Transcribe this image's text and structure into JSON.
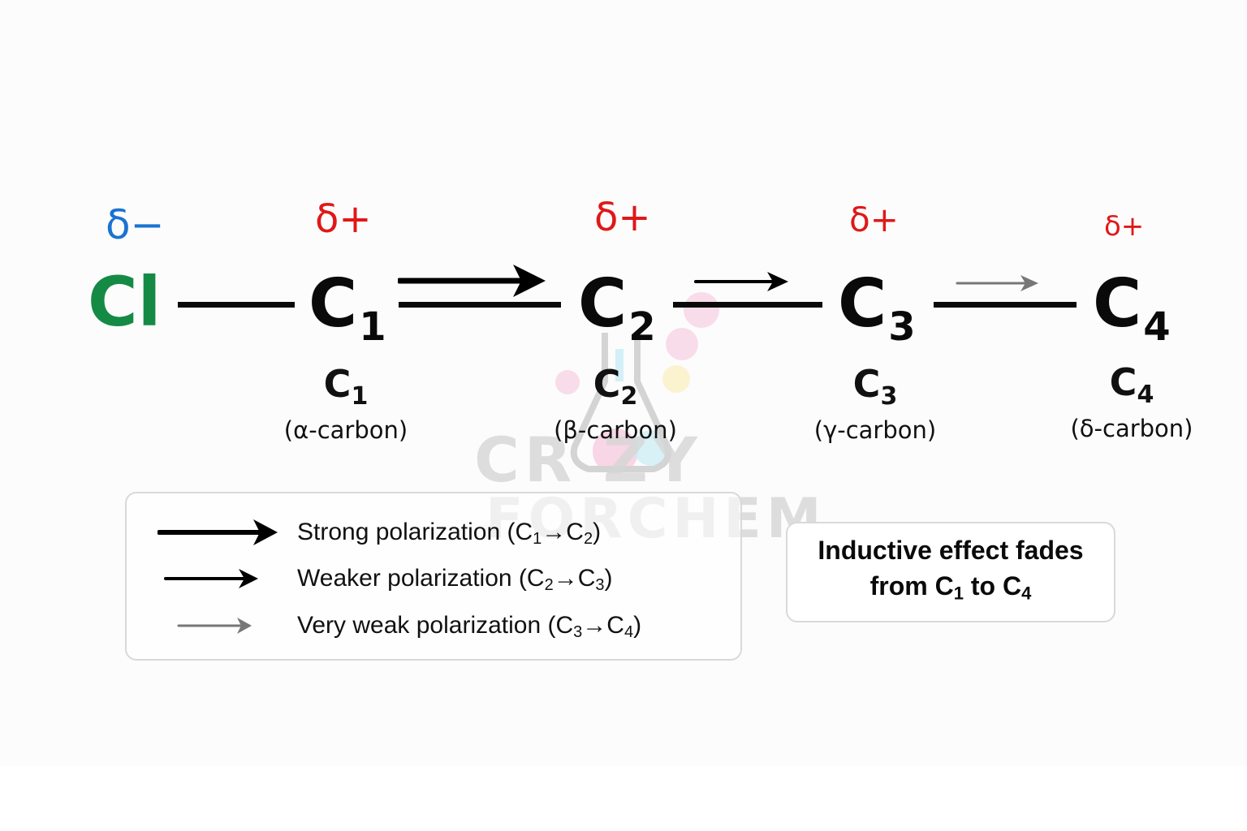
{
  "title": "Inductive effect in a chloroalkane chain",
  "molecule": {
    "chlorine": {
      "symbol": "Cl",
      "charge": "δ−",
      "color": "#158a45",
      "charge_color": "#1a73d0"
    },
    "carbons": [
      {
        "symbol": "C",
        "index": "1",
        "charge": "δ+",
        "label_symbol": "C",
        "label_index": "1",
        "label_name": "(α-carbon)"
      },
      {
        "symbol": "C",
        "index": "2",
        "charge": "δ+",
        "label_symbol": "C",
        "label_index": "2",
        "label_name": "(β-carbon)"
      },
      {
        "symbol": "C",
        "index": "3",
        "charge": "δ+",
        "label_symbol": "C",
        "label_index": "3",
        "label_name": "(γ-carbon)"
      },
      {
        "symbol": "C",
        "index": "4",
        "charge": "δ+",
        "label_symbol": "C",
        "label_index": "4",
        "label_name": "(δ-carbon)"
      }
    ],
    "charge_positive_color": "#e01818",
    "bond_color": "#0a0a0a"
  },
  "arrows": [
    {
      "from": "C1",
      "to": "C2",
      "strength": "strong",
      "color": "#000000"
    },
    {
      "from": "C2",
      "to": "C3",
      "strength": "weaker",
      "color": "#000000"
    },
    {
      "from": "C3",
      "to": "C4",
      "strength": "very weak",
      "color": "#777777"
    }
  ],
  "legend": {
    "items": [
      {
        "text": "Strong polarization (C",
        "a": "1",
        "mid": "→C",
        "b": "2",
        "end": ")"
      },
      {
        "text": "Weaker polarization (C",
        "a": "2",
        "mid": "→C",
        "b": "3",
        "end": ")"
      },
      {
        "text": "Very weak polarization (C",
        "a": "3",
        "mid": "→C",
        "b": "4",
        "end": ")"
      }
    ]
  },
  "note": {
    "line1": "Inductive effect fades",
    "line2_pre": "from C",
    "line2_a": "1",
    "line2_mid": " to C",
    "line2_b": "4"
  },
  "watermark": {
    "line1": "CR  ZY",
    "line2": "FORCHEM"
  }
}
